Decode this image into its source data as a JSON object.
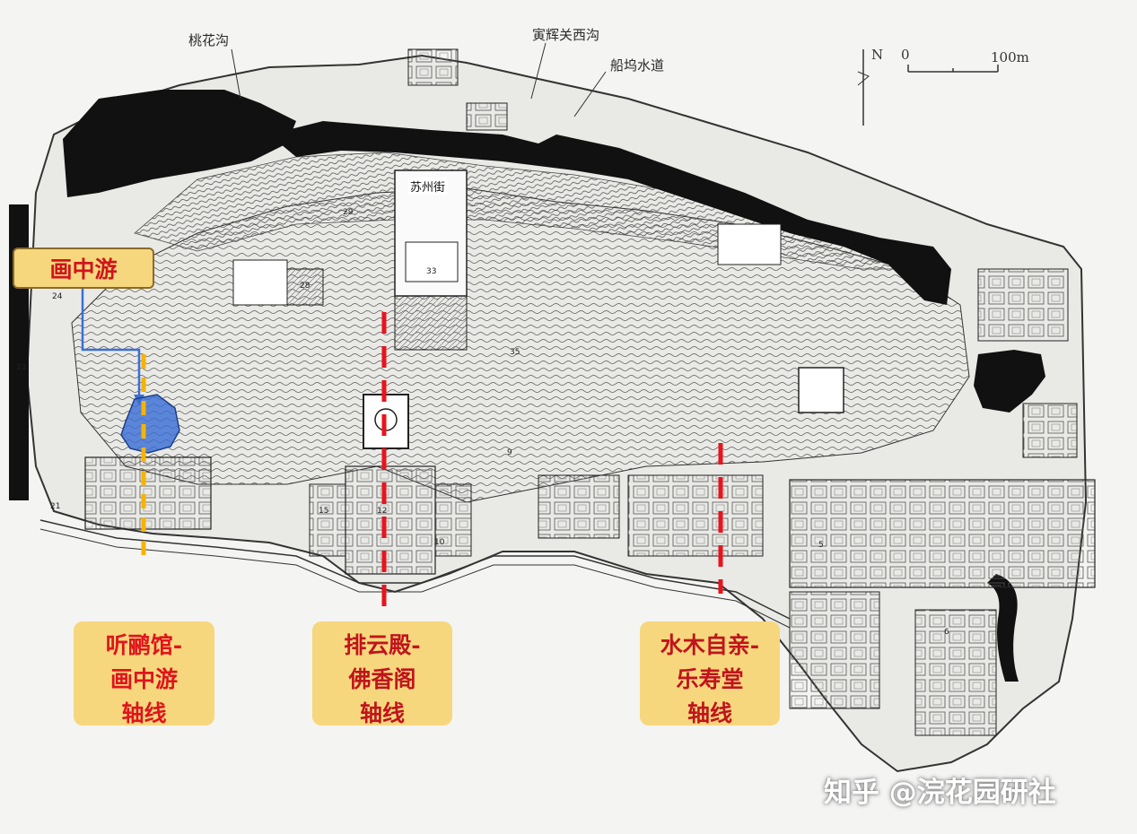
{
  "map": {
    "place_labels": {
      "taohuagou": "桃花沟",
      "yinhuiguan": "寅辉关西沟",
      "chuanwu": "船坞水道",
      "suzhoujie": "苏州街"
    },
    "scale": {
      "north": "N",
      "zero": "0",
      "hundred": "100m"
    },
    "numbers": [
      "29",
      "28",
      "33",
      "35",
      "24",
      "23",
      "21",
      "15",
      "12",
      "10",
      "9",
      "5",
      "6"
    ]
  },
  "tag": {
    "huazhongyou": "画中游"
  },
  "axes": [
    {
      "lines": [
        "听鹂馆-",
        "画中游",
        "轴线"
      ],
      "color": "#e0141c"
    },
    {
      "lines": [
        "排云殿-",
        "佛香阁",
        "轴线"
      ],
      "color": "#c0141c"
    },
    {
      "lines": [
        "水木自亲-",
        "乐寿堂",
        "轴线"
      ],
      "color": "#c0141c"
    }
  ],
  "colors": {
    "card_fill": "#f7d77d",
    "axis_red": "#e8141c",
    "axis_yellow": "#f5b400",
    "highlight_blue": "#3b6fd4",
    "water": "#111111"
  },
  "watermark": "知乎 @浣花园研社"
}
